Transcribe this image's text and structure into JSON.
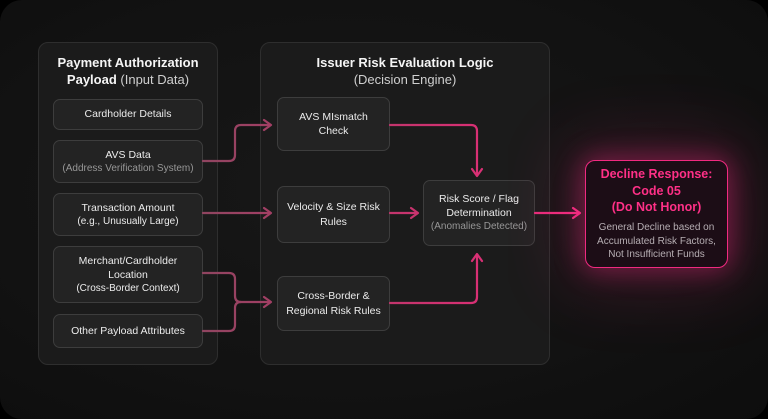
{
  "colors": {
    "canvas_bg": "#131313",
    "panel_bg": "#1b1b1b",
    "node_bg": "#232323",
    "arrow_start": "#8f4560",
    "arrow_mid": "#c9336e",
    "arrow_end": "#f42a80",
    "decline_pink": "#f02a80",
    "decline_text": "#ff3087"
  },
  "left_panel": {
    "title_bold": "Payment Authorization Payload",
    "title_normal": "(Input Data)",
    "boxes": [
      {
        "label": "Cardholder Details"
      },
      {
        "label": "AVS Data",
        "sublabel": "(Address Verification System)"
      },
      {
        "label": "Transaction Amount",
        "sublabel": "(e.g., Unusually Large)"
      },
      {
        "label": "Merchant/Cardholder Location",
        "sublabel": "(Cross-Border Context)"
      },
      {
        "label": "Other Payload Attributes"
      }
    ]
  },
  "engine_panel": {
    "title_bold": "Issuer Risk Evaluation Logic",
    "title_normal": "(Decision Engine)",
    "boxes": [
      {
        "label": "AVS MIsmatch Check"
      },
      {
        "label": "Velocity & Size Risk Rules"
      },
      {
        "label": "Cross-Border & Regional Risk Rules"
      },
      {
        "label": "Risk Score / Flag Determination",
        "sublabel": "(Anomalies Detected)"
      }
    ]
  },
  "decline_box": {
    "title_line1": "Decline Response:",
    "title_line2": "Code 05",
    "title_line3": "(Do Not Honor)",
    "subtitle": "General Decline based on Accumulated Risk Factors, Not Insufficient Funds"
  }
}
